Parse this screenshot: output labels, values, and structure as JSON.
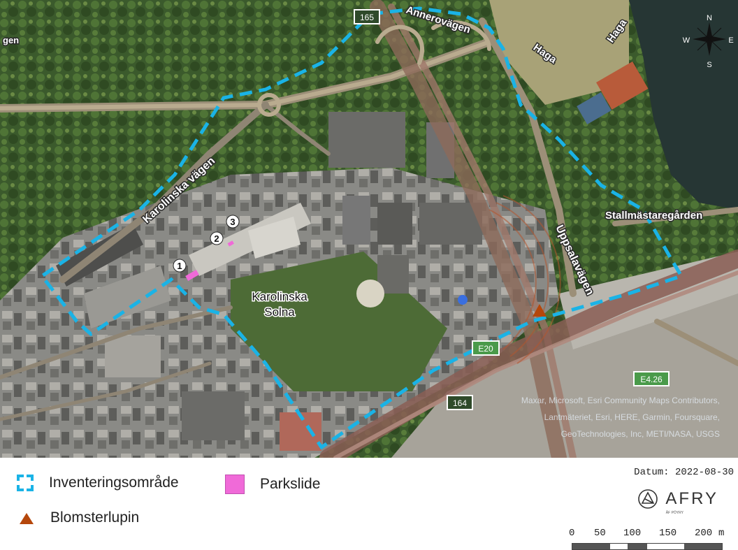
{
  "map": {
    "road_labels": [
      "Annerovägen",
      "Haga",
      "Haga",
      "Karolinska vägen",
      "Uppsalavägen",
      "Stallmästaregården",
      "gen"
    ],
    "place_label_lines": [
      "Karolinska",
      "Solna"
    ],
    "route_shields": [
      "165",
      "E20",
      "E4.26",
      "164"
    ],
    "compass": {
      "n": "N",
      "s": "S",
      "e": "E",
      "w": "W"
    },
    "site_markers": [
      "1",
      "2",
      "3"
    ],
    "attribution_lines": [
      "Maxar, Microsoft, Esri Community Maps Contributors,",
      "Lantmäteriet, Esri, HERE, Garmin, Foursquare,",
      "GeoTechnologies, Inc, METI/NASA, USGS"
    ],
    "colors": {
      "boundary": "#1ab3e6",
      "parkslide": "#f06ad8",
      "blomsterlupin": "#b5470b",
      "blue_point": "#3a6fe0"
    }
  },
  "legend": {
    "inventory_label": "Inventeringsområde",
    "parkslide_label": "Parkslide",
    "lupin_label": "Blomsterlupin",
    "date_text": "Datum: 2022-08-30",
    "brand": "AFRY",
    "brand_sub": "ÅF PÖYRY",
    "scale_ticks": [
      "0",
      "50",
      "100",
      "150",
      "200"
    ],
    "scale_unit": "m"
  }
}
